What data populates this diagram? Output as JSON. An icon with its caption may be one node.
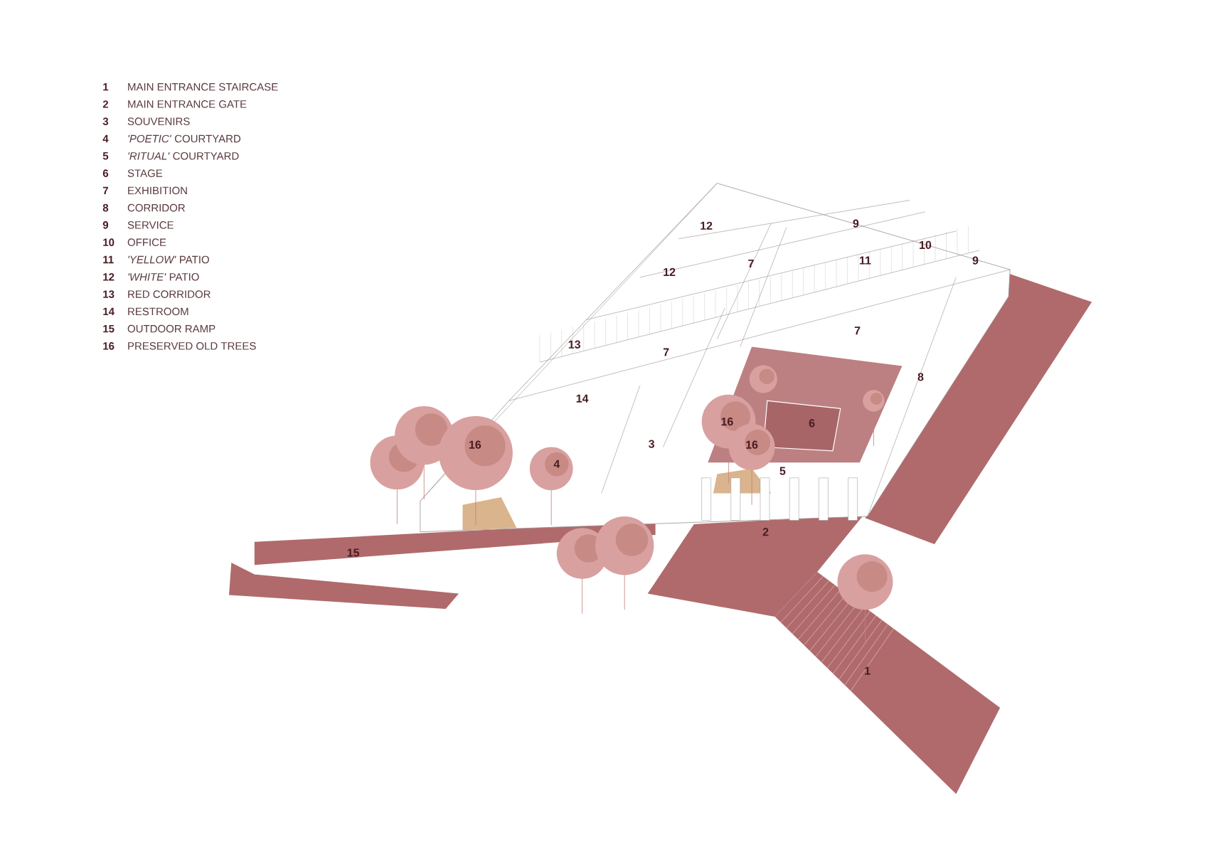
{
  "diagram": {
    "labels": [
      "1",
      "MAIN ENTRANCE STAIRCASE",
      "2",
      "MAIN ENTRANCE GATE",
      "3",
      "SOUVENIRS",
      "4",
      "*'POETIC'* COURTYARD",
      "5",
      "*'RITUAL'* COURTYARD",
      "6",
      "STAGE",
      "7",
      "EXHIBITION",
      "8",
      "CORRIDOR",
      "9",
      "SERVICE",
      "10",
      "OFFICE",
      "11",
      "*'YELLOW'* PATIO",
      "12",
      "*'WHITE'* PATIO",
      "13",
      "RED CORRIDOR",
      "14",
      "RESTROOM",
      "15",
      "OUTDOOR RAMP",
      "16",
      "PRESERVED OLD TREES",
      "12",
      "9",
      "10",
      "7",
      "11",
      "9",
      "12",
      "13",
      "7",
      "7",
      "8",
      "14",
      "16",
      "6",
      "16",
      "3",
      "16",
      "4",
      "5",
      "2",
      "15",
      "1"
    ]
  }
}
